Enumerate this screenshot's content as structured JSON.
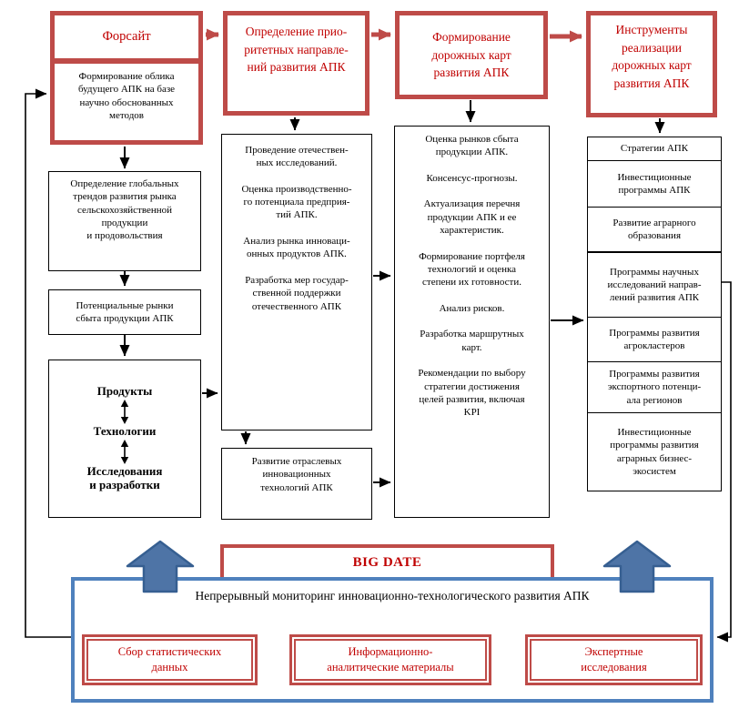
{
  "palette": {
    "red_border": "#BE4B48",
    "red_text": "#C00000",
    "blue_border": "#4F81BD",
    "blue_arrow_fill": "#4E74A6",
    "blue_arrow_stroke": "#365F91",
    "black": "#000000"
  },
  "top_row": {
    "foresight": {
      "title": "Форсайт",
      "body": "Формирование облика\nбудущего АПК на базе\nнаучно обоснованных\nметодов"
    },
    "stage2": "Определение прио-\nритетных направле-\nний развития АПК",
    "stage3": "Формирование\nдорожных карт\nразвития АПК",
    "stage4": "Инструменты\nреализации\nдорожных карт\nразвития АПК"
  },
  "left_column": {
    "global_trends": "Определение глобальных\nтрендов развития рынка\nсельскохозяйственной\nпродукции\nи продовольствия",
    "potential_markets": "Потенциальные рынки\nсбыта продукции АПК",
    "triad": [
      "Продукты",
      "Технологии",
      "Исследования\nи разработки"
    ]
  },
  "column2": {
    "research": "Проведение отечествен-\nных исследований.\n\nОценка производственно-\nго потенциала предприя-\nтий АПК.\n\nАнализ рынка инноваци-\nонных продуктов АПК.\n\nРазработка мер государ-\nственной поддержки\nотечественного АПК",
    "sector_tech": "Развитие отраслевых\nинновационных\nтехнологий АПК"
  },
  "column3": {
    "roadmap": "Оценка рынков сбыта\nпродукции АПК.\n\nКонсенсус-прогнозы.\n\nАктуализация перечня\nпродукции АПК и ее\nхарактеристик.\n\nФормирование портфеля\nтехнологий и оценка\nстепени их готовности.\n\nАнализ рисков.\n\nРазработка маршрутных\nкарт.\n\nРекомендации по выбору\nстратегии достижения\nцелей развития, включая\nKPI"
  },
  "column4": {
    "cells": [
      "Стратегии АПК",
      "Инвестиционные\nпрограммы АПК",
      "Развитие аграрного\nобразования",
      "Программы научных\nисследований направ-\nлений развития АПК",
      "Программы развития\nагрокластеров",
      "Программы развития\nэкспортного потенци-\nала регионов",
      "Инвестиционные\nпрограммы развития\nаграрных бизнес-\nэкосистем"
    ]
  },
  "bottom": {
    "big_date": "BIG DATE",
    "monitoring_title": "Непрерывный мониторинг инновационно-технологического развития АПК",
    "sources": [
      "Сбор статистических\nданных",
      "Информационно-\nаналитические материалы",
      "Экспертные\nисследования"
    ]
  }
}
